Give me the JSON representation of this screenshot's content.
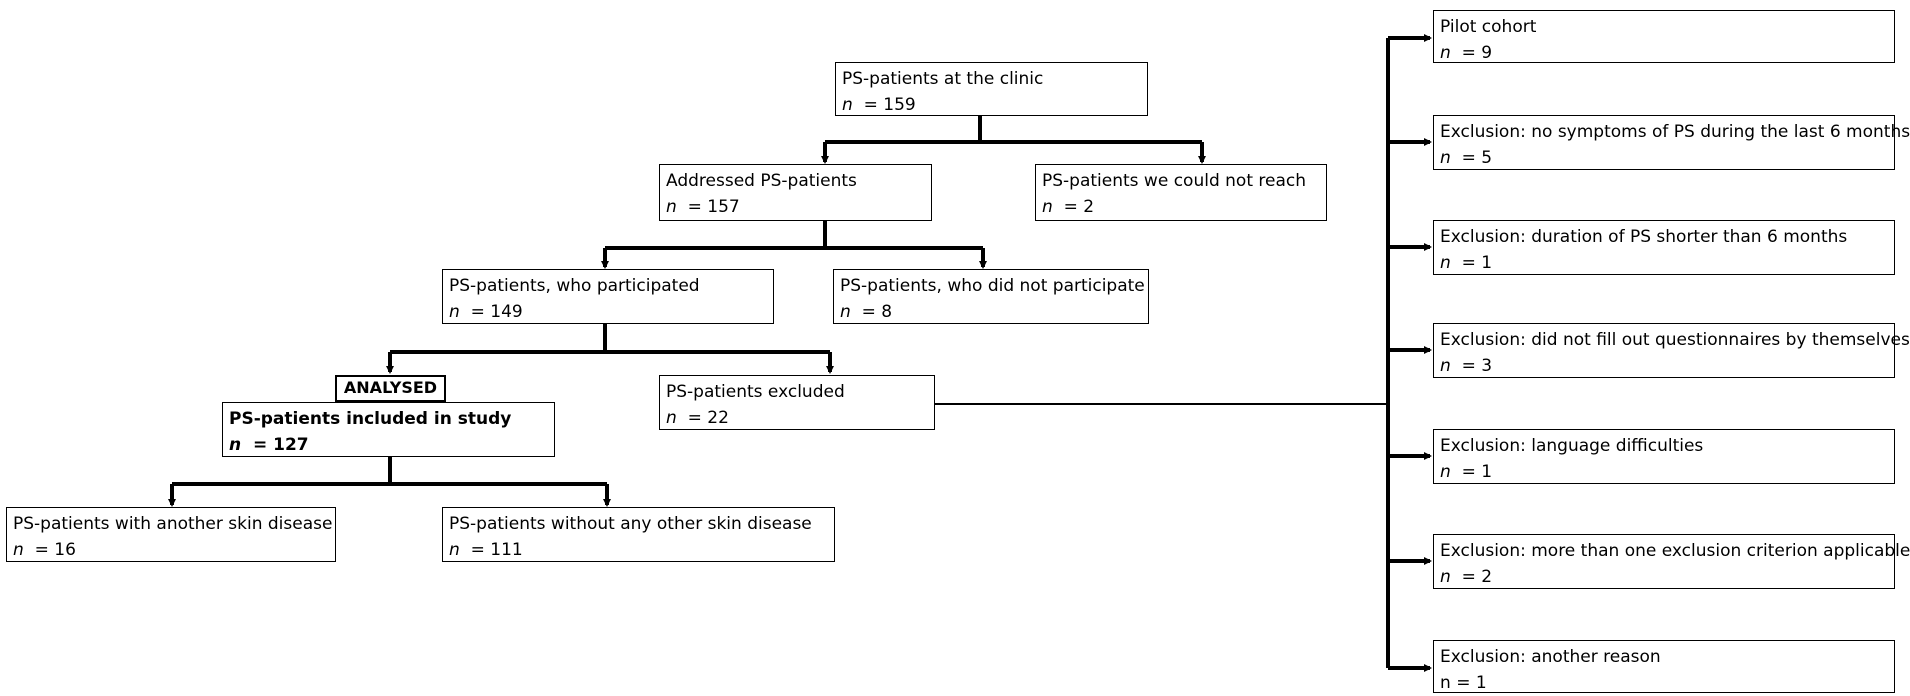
{
  "nodes": {
    "clinic": {
      "label": "PS-patients at the clinic",
      "n": "159"
    },
    "addressed": {
      "label": "Addressed PS-patients",
      "n": "157"
    },
    "not_reach": {
      "label": "PS-patients we could not reach",
      "n": "2"
    },
    "participated": {
      "label": "PS-patients, who participated",
      "n": "149"
    },
    "not_part": {
      "label": "PS-patients, who did not participate",
      "n": "8"
    },
    "included": {
      "label": "PS-patients included in study",
      "n": "127",
      "tag": "ANALYSED"
    },
    "excluded": {
      "label": "PS-patients excluded",
      "n": "22"
    },
    "other_skin": {
      "label": "PS-patients with another skin disease",
      "n": "16"
    },
    "no_other_skin": {
      "label": "PS-patients without any other skin disease",
      "n": "111"
    }
  },
  "exclusions": [
    {
      "label": "Pilot cohort",
      "n": "9"
    },
    {
      "label": "Exclusion: no symptoms of PS during the last 6 months",
      "n": "5"
    },
    {
      "label": "Exclusion: duration of PS shorter than 6 months",
      "n": "1"
    },
    {
      "label": "Exclusion: did not fill out questionnaires by themselves",
      "n": "3"
    },
    {
      "label": "Exclusion: language difficulties",
      "n": "1"
    },
    {
      "label": "Exclusion: more than one exclusion criterion applicable",
      "n": "2"
    },
    {
      "label": "Exclusion: another reason",
      "n": "1"
    }
  ],
  "n_symbol": "n",
  "eq": "="
}
